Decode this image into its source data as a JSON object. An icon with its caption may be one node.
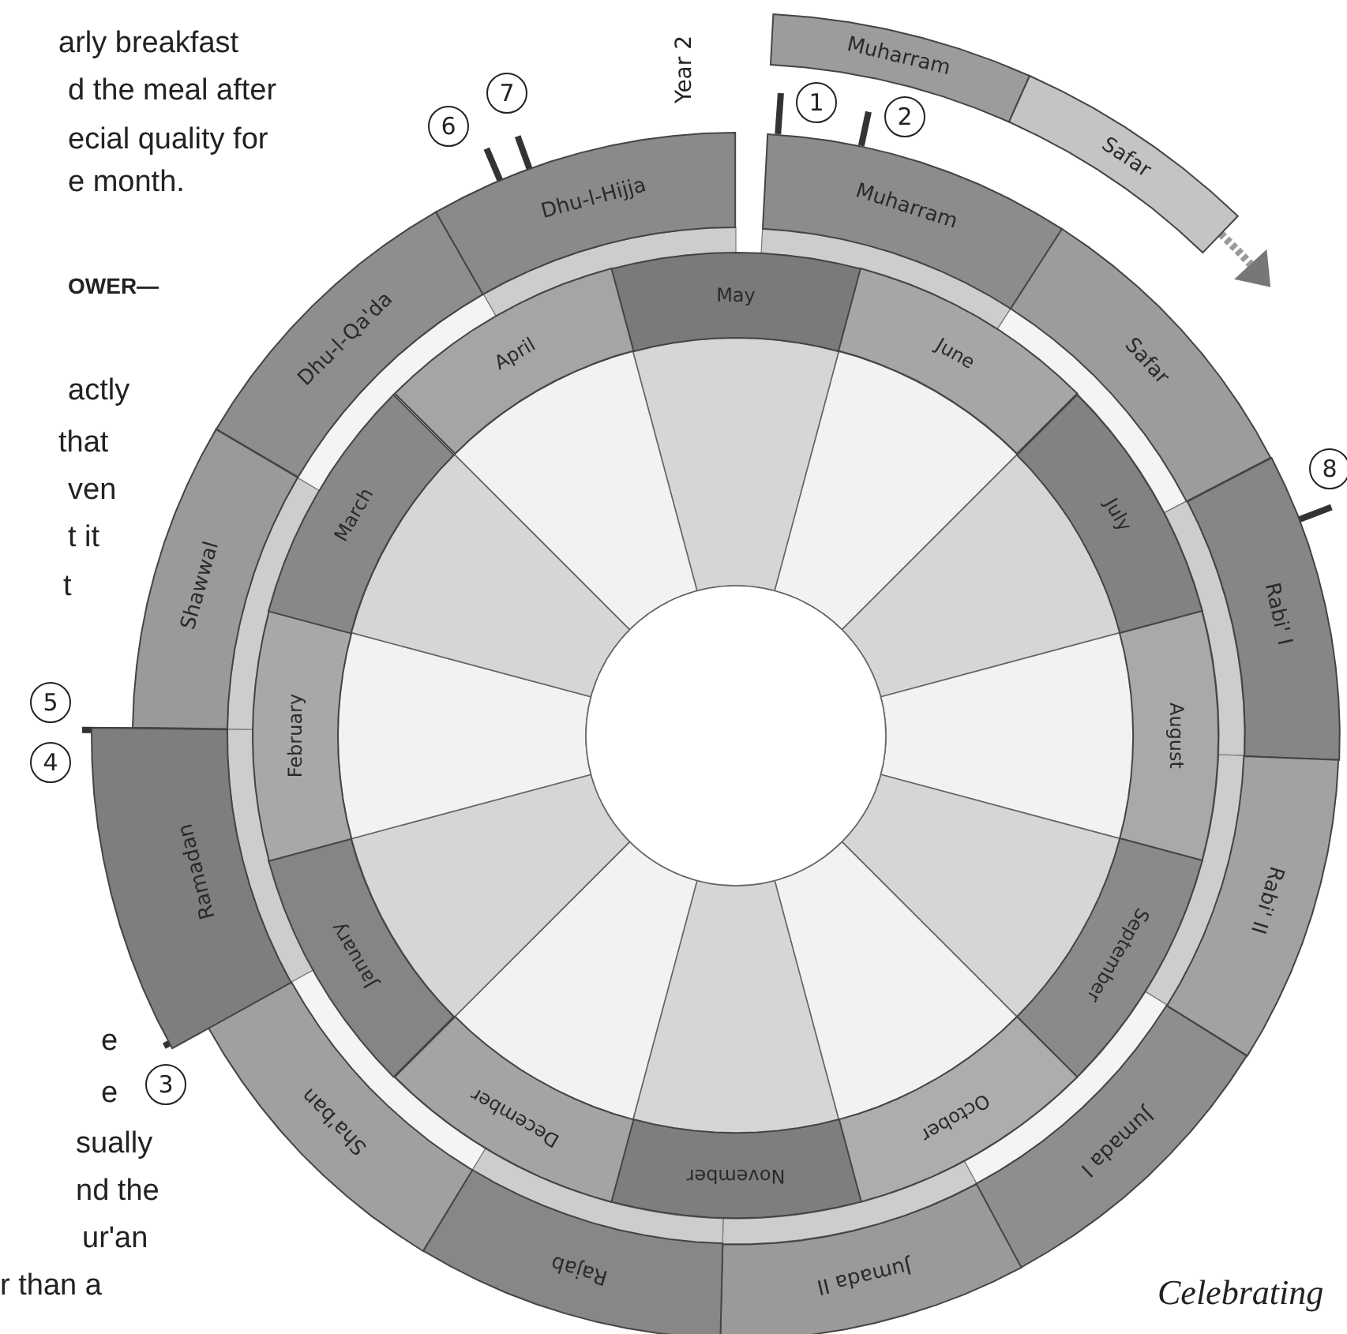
{
  "diagram": {
    "nodes": [
      {
        "text": [
          "Muharram"
        ]
      },
      {
        "text": [
          "Safar"
        ]
      },
      {
        "text": [
          "Rabi' I"
        ]
      },
      {
        "text": [
          "Rabi' II"
        ]
      },
      {
        "text": [
          "Jumada I"
        ]
      },
      {
        "text": [
          "Jumada II"
        ]
      },
      {
        "text": [
          "Rajab"
        ]
      },
      {
        "text": [
          "Sha'ban"
        ]
      },
      {
        "text": [
          "Ramadan"
        ]
      },
      {
        "text": [
          "Shawwal"
        ]
      },
      {
        "text": [
          "Dhu-l-Qa'da"
        ]
      },
      {
        "text": [
          "Dhu-l-Hijja"
        ]
      },
      {
        "text": [
          "May"
        ]
      },
      {
        "text": [
          "June"
        ]
      },
      {
        "text": [
          "July"
        ]
      },
      {
        "text": [
          "August"
        ]
      },
      {
        "text": [
          "September"
        ]
      },
      {
        "text": [
          "October"
        ]
      },
      {
        "text": [
          "November"
        ]
      },
      {
        "text": [
          "December"
        ]
      },
      {
        "text": [
          "January"
        ]
      },
      {
        "text": [
          "February"
        ]
      },
      {
        "text": [
          "March"
        ]
      },
      {
        "text": [
          "April"
        ]
      },
      {
        "text": [
          "Muharram"
        ]
      },
      {
        "text": [
          "Safar"
        ]
      }
    ],
    "edges": [],
    "labels": [
      "arly breakfast",
      "d the meal after",
      "ecial quality for",
      "e month.",
      "OWER—",
      "actly",
      "that",
      "ven",
      "t it",
      "t",
      "6",
      "7",
      "Year 2",
      "1",
      "2",
      "8",
      "5",
      "4",
      "e",
      "e",
      "sually",
      "nd the",
      "ur'an",
      "r than a",
      "3",
      "Celebrating"
    ]
  }
}
